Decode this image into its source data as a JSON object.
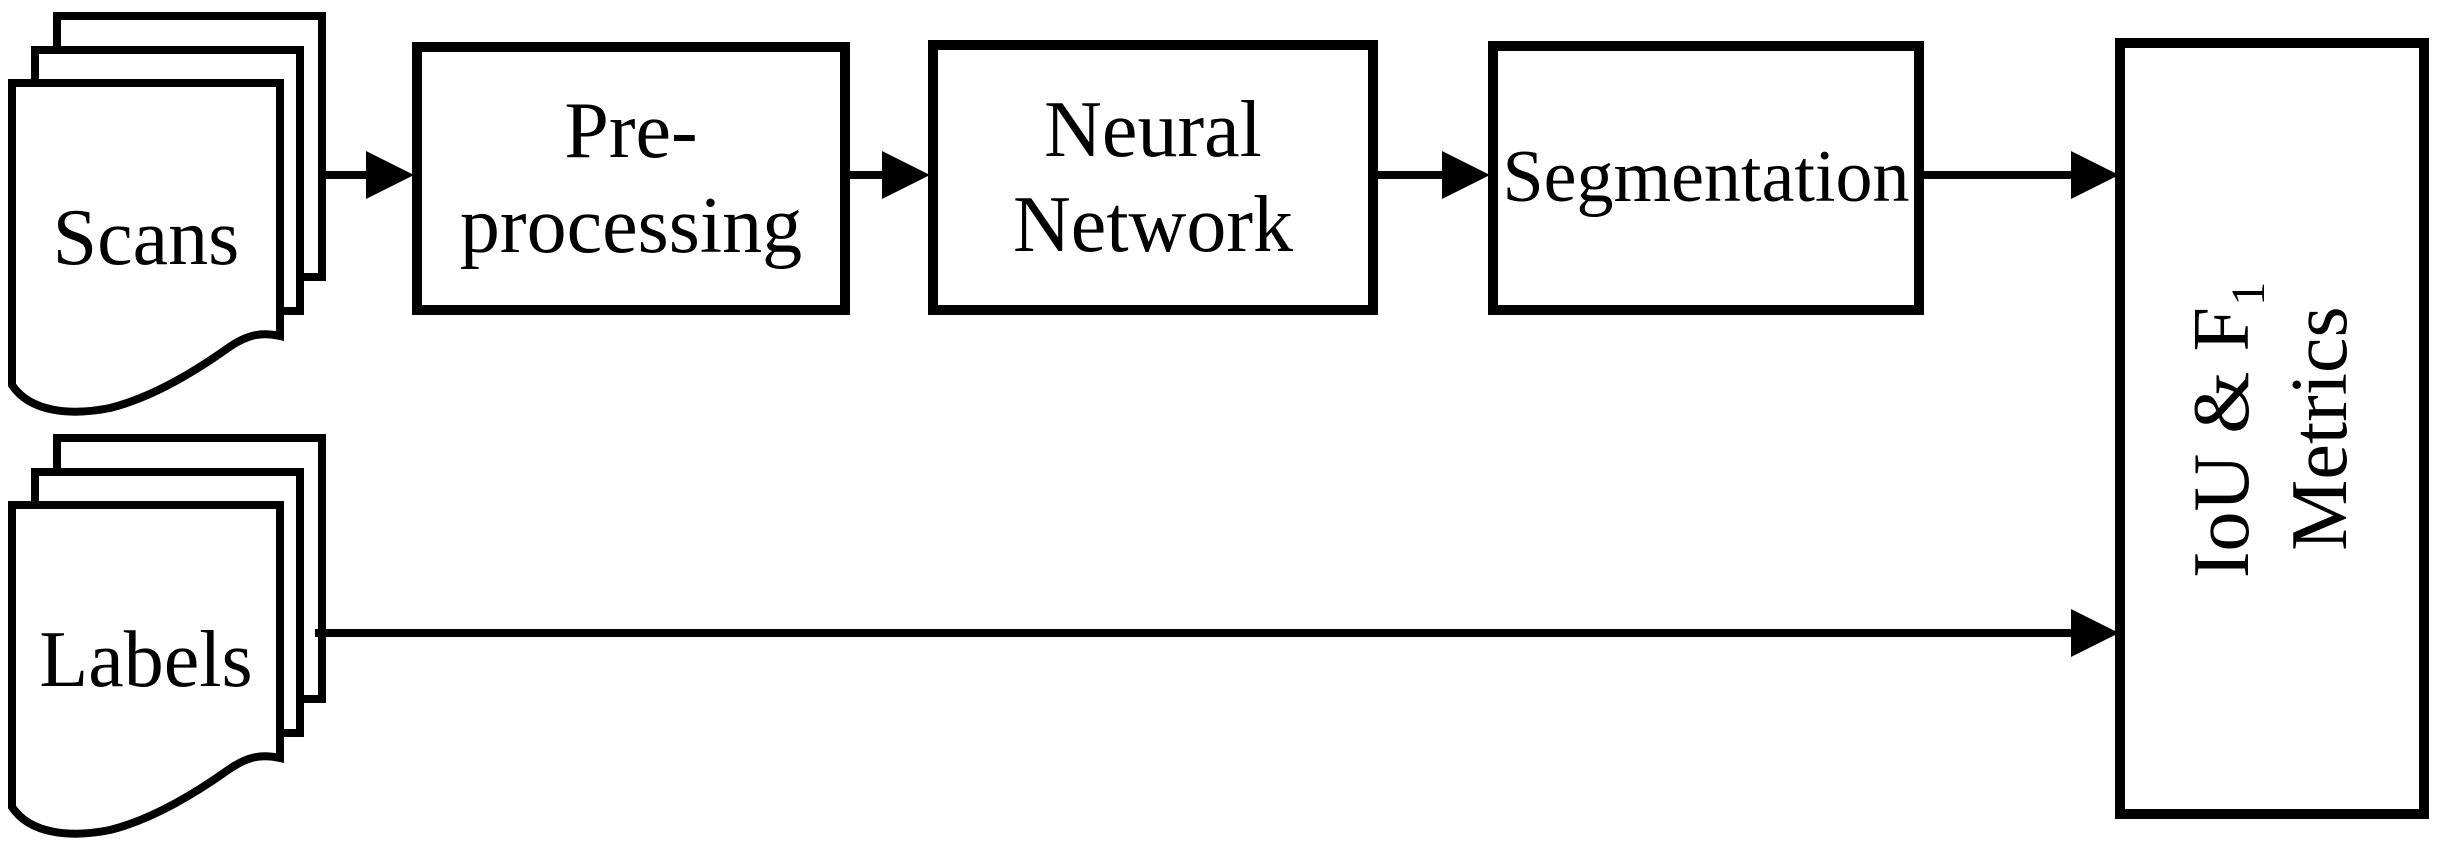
{
  "colors": {
    "ink": "#000000",
    "background": "#ffffff"
  },
  "nodes": {
    "scans": {
      "label": "Scans",
      "kind": "document-stack"
    },
    "labels": {
      "label": "Labels",
      "kind": "document-stack"
    },
    "preprocessing": {
      "label": "Pre-\nprocessing",
      "kind": "process-box"
    },
    "neural_network": {
      "label": "Neural\nNetwork",
      "kind": "process-box"
    },
    "segmentation": {
      "label": "Segmentation",
      "kind": "process-box"
    },
    "metrics": {
      "label": "IoU & F₁\nMetrics",
      "kind": "process-box",
      "text_rotation_deg": -90
    }
  },
  "edges": [
    {
      "from": "scans",
      "to": "preprocessing",
      "arrow": true
    },
    {
      "from": "preprocessing",
      "to": "neural_network",
      "arrow": true
    },
    {
      "from": "neural_network",
      "to": "segmentation",
      "arrow": true
    },
    {
      "from": "segmentation",
      "to": "metrics",
      "arrow": true
    },
    {
      "from": "labels",
      "to": "metrics",
      "arrow": true
    }
  ]
}
